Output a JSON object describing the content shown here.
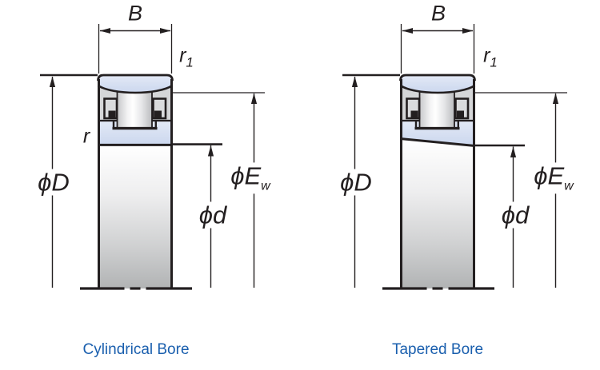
{
  "colors": {
    "ink": "#231f20",
    "ring_fill": "#d2dcf0",
    "space_gray": "#d5d6d8",
    "caption_blue": "#1a5fae"
  },
  "diagrams": {
    "left": {
      "caption": "Cylindrical Bore",
      "labels": {
        "width": "B",
        "r1_main": "r",
        "r1_sub": "1",
        "r_inner": "r",
        "outer_diameter": "ϕD",
        "bore_diameter": "ϕd",
        "raceway_main": "ϕE",
        "raceway_sub": "w"
      }
    },
    "right": {
      "caption": "Tapered Bore",
      "labels": {
        "width": "B",
        "r1_main": "r",
        "r1_sub": "1",
        "outer_diameter": "ϕD",
        "bore_diameter": "ϕd",
        "raceway_main": "ϕE",
        "raceway_sub": "w"
      }
    }
  }
}
